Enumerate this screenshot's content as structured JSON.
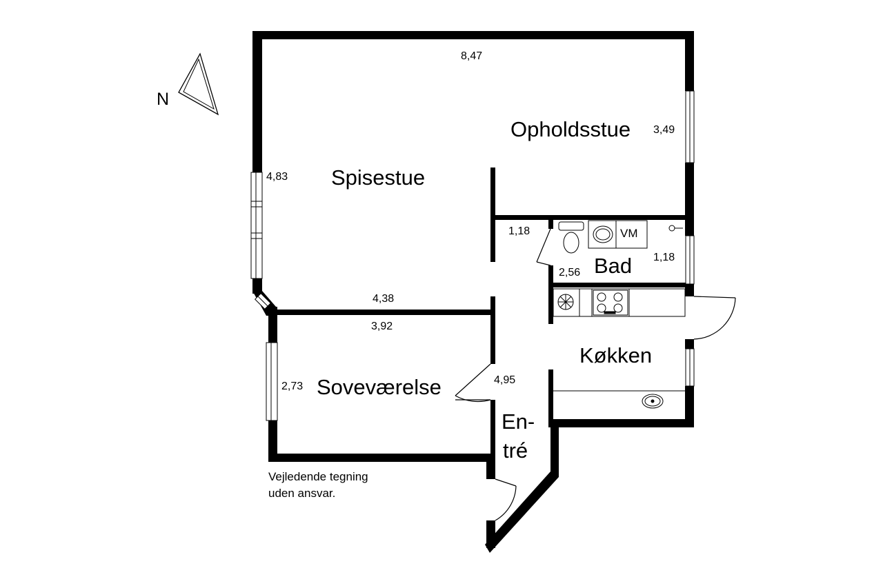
{
  "compass": {
    "label": "N"
  },
  "rooms": {
    "opholdsstue": "Opholdsstue",
    "spisestue": "Spisestue",
    "bad": "Bad",
    "koekken": "Køkken",
    "sovevaerelse": "Soveværelse",
    "entre_line1": "En-",
    "entre_line2": "tré"
  },
  "fixtures": {
    "washing_machine": "VM"
  },
  "dimensions": {
    "top_width": "8,47",
    "opholdsstue_depth": "3,49",
    "spisestue_depth": "4,83",
    "bad_wall": "1,18",
    "bad_depth": "1,18",
    "bad_width": "2,56",
    "spisestue_width": "4,38",
    "sove_width": "3,92",
    "sove_depth": "2,73",
    "entre_length": "4,95"
  },
  "note": {
    "line1": "Vejledende tegning",
    "line2": "uden ansvar."
  }
}
